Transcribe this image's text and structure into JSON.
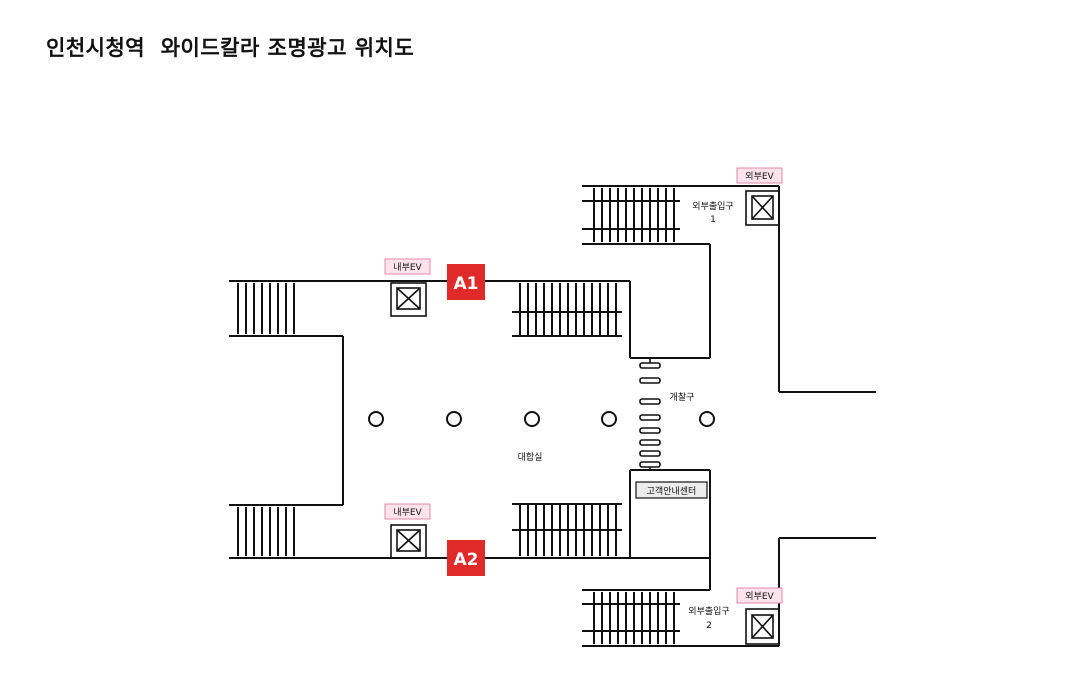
{
  "title": "인천시청역  와이드칼라 조명광고 위치도",
  "labels": {
    "concourse": "대합실",
    "fare_gates": "개찰구",
    "customer_center": "고객안내센터",
    "exit_1_name": "외부출입구",
    "exit_1_number": "1",
    "exit_2_name": "외부출입구",
    "exit_2_number": "2"
  },
  "elevators": {
    "internal_top": "내부EV",
    "internal_bottom": "내부EV",
    "external_top": "외부EV",
    "external_bottom": "외부EV"
  },
  "ad_locations": {
    "a1": "A1",
    "a2": "A2"
  },
  "colors": {
    "ad_badge": "#e02a2a",
    "ev_tag_fill": "#fde3ec",
    "ev_tag_border": "#e38aa9",
    "wall": "#111111"
  }
}
